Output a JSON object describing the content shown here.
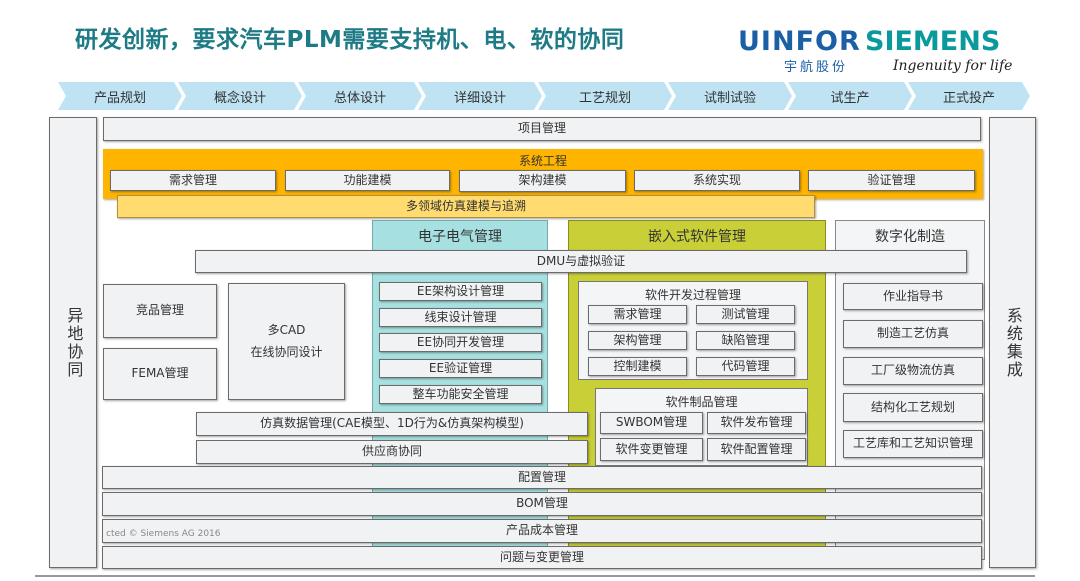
{
  "title": "研发创新，要求汽车PLM需要支持机、电、软的协同",
  "logo": {
    "uinfor": "UINFOR",
    "siemens": "SIEMENS",
    "cn": "宇航股份",
    "tagline": "Ingenuity for life"
  },
  "phases": [
    "产品规划",
    "概念设计",
    "总体设计",
    "详细设计",
    "工艺规划",
    "试制试验",
    "试生产",
    "正式投产"
  ],
  "left_column": "异地协同",
  "right_column": "系统集成",
  "project": "项目管理",
  "system_eng": {
    "label": "系统工程",
    "items": [
      "需求管理",
      "功能建模",
      "架构建模",
      "系统实现",
      "验证管理"
    ]
  },
  "multi_domain": "多领域仿真建模与追溯",
  "ee": {
    "label": "电子电气管理",
    "items": [
      "EE架构设计管理",
      "线束设计管理",
      "EE协同开发管理",
      "EE验证管理",
      "整车功能安全管理"
    ]
  },
  "embedded": {
    "label": "嵌入式软件管理",
    "process": {
      "label": "软件开发过程管理",
      "items": [
        "需求管理",
        "测试管理",
        "架构管理",
        "缺陷管理",
        "控制建模",
        "代码管理"
      ]
    },
    "product": {
      "label": "软件制品管理",
      "items": [
        "SWBOM管理",
        "软件发布管理",
        "软件变更管理",
        "软件配置管理"
      ]
    }
  },
  "digital_mfg": {
    "label": "数字化制造",
    "items": [
      "作业指导书",
      "制造工艺仿真",
      "工厂级物流仿真",
      "结构化工艺规划",
      "工艺库和工艺知识管理"
    ]
  },
  "dmu": "DMU与虚拟验证",
  "competitive": "竞品管理",
  "fema": "FEMA管理",
  "multicad": {
    "line1": "多CAD",
    "line2": "在线协同设计"
  },
  "sim_data": "仿真数据管理(CAE模型、1D行为&仿真架构模型)",
  "supplier": "供应商协同",
  "bottom": [
    "配置管理",
    "BOM管理",
    "产品成本管理",
    "问题与变更管理"
  ],
  "footer": "cted © Siemens AG 2016",
  "colors": {
    "orange": "#ffb400",
    "light_orange": "#ffdb70",
    "teal": "#a7e0e0",
    "olive": "#c9cf36",
    "chevron": "#bfe3f3"
  }
}
